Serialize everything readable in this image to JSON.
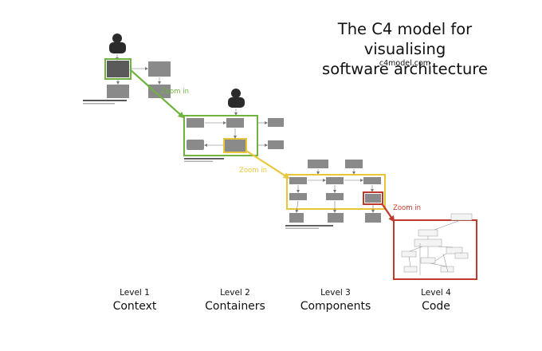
{
  "title": {
    "line1": "The C4 model for visualising",
    "line2": "software architecture",
    "url": "c4model.com"
  },
  "levels": [
    {
      "level": "Level 1",
      "name": "Context"
    },
    {
      "level": "Level 2",
      "name": "Containers"
    },
    {
      "level": "Level 3",
      "name": "Components"
    },
    {
      "level": "Level 4",
      "name": "Code"
    }
  ],
  "zoom_labels": [
    "Zoom in",
    "Zoom in",
    "Zoom in"
  ],
  "colors": {
    "green": "#70b340",
    "yellow": "#e8c63a",
    "red": "#c0392b",
    "box": "#8a8a8a",
    "box_dark": "#5a5a5a",
    "person": "#2b2b2b"
  }
}
